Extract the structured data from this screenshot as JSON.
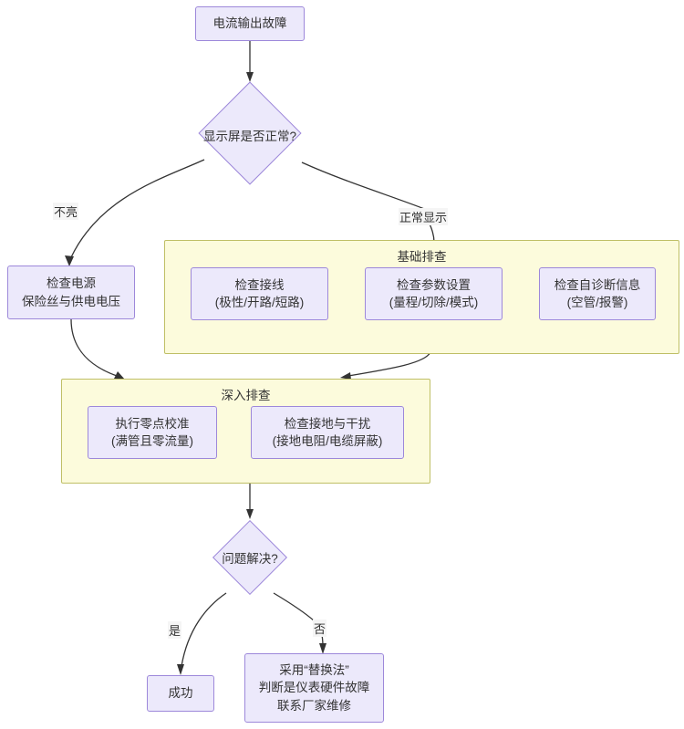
{
  "diagram": {
    "type": "flowchart",
    "direction": "top-down",
    "title_node": "电流输出故障",
    "theme": {
      "node_fill": "#ECE9FB",
      "node_stroke": "#9D88DA",
      "cluster_fill": "#FCFBDC",
      "cluster_stroke": "#BFBF66",
      "edge_stroke": "#333333",
      "text_color": "#333333",
      "label_bg": "#F5F5F5"
    },
    "nodes": {
      "start": {
        "id": "start",
        "shape": "rect",
        "lines": [
          "电流输出故障"
        ]
      },
      "decision_display": {
        "id": "decision_display",
        "shape": "diamond",
        "lines": [
          "显示屏是否正常?"
        ]
      },
      "check_power": {
        "id": "check_power",
        "shape": "rect",
        "lines": [
          "检查电源",
          "保险丝与供电电压"
        ]
      },
      "check_wiring": {
        "id": "check_wiring",
        "shape": "rect",
        "lines": [
          "检查接线",
          "(极性/开路/短路)"
        ]
      },
      "check_params": {
        "id": "check_params",
        "shape": "rect",
        "lines": [
          "检查参数设置",
          "(量程/切除/模式)"
        ]
      },
      "check_selfdiag": {
        "id": "check_selfdiag",
        "shape": "rect",
        "lines": [
          "检查自诊断信息",
          "(空管/报警)"
        ]
      },
      "zero_calibration": {
        "id": "zero_calibration",
        "shape": "rect",
        "lines": [
          "执行零点校准",
          "(满管且零流量)"
        ]
      },
      "check_ground": {
        "id": "check_ground",
        "shape": "rect",
        "lines": [
          "检查接地与干扰",
          "(接地电阻/电缆屏蔽)"
        ]
      },
      "decision_solved": {
        "id": "decision_solved",
        "shape": "diamond",
        "lines": [
          "问题解决?"
        ]
      },
      "success": {
        "id": "success",
        "shape": "rect",
        "lines": [
          "成功"
        ]
      },
      "replacement": {
        "id": "replacement",
        "shape": "rect",
        "lines": [
          "采用“替换法”",
          "判断是仪表硬件故障",
          "联系厂家维修"
        ]
      }
    },
    "clusters": {
      "basic_check": {
        "id": "basic_check",
        "title": "基础排查"
      },
      "deep_check": {
        "id": "deep_check",
        "title": "深入排查"
      }
    },
    "edge_labels": {
      "display_off": "不亮",
      "display_normal": "正常显示",
      "solved_yes": "是",
      "solved_no": "否"
    },
    "edges": [
      {
        "from": "start",
        "to": "decision_display",
        "label": ""
      },
      {
        "from": "decision_display",
        "to": "check_power",
        "label": "不亮"
      },
      {
        "from": "decision_display",
        "to": "basic_check",
        "label": "正常显示"
      },
      {
        "from": "check_power",
        "to": "deep_check",
        "label": ""
      },
      {
        "from": "basic_check",
        "to": "deep_check",
        "label": ""
      },
      {
        "from": "deep_check",
        "to": "decision_solved",
        "label": ""
      },
      {
        "from": "decision_solved",
        "to": "success",
        "label": "是"
      },
      {
        "from": "decision_solved",
        "to": "replacement",
        "label": "否"
      }
    ]
  }
}
